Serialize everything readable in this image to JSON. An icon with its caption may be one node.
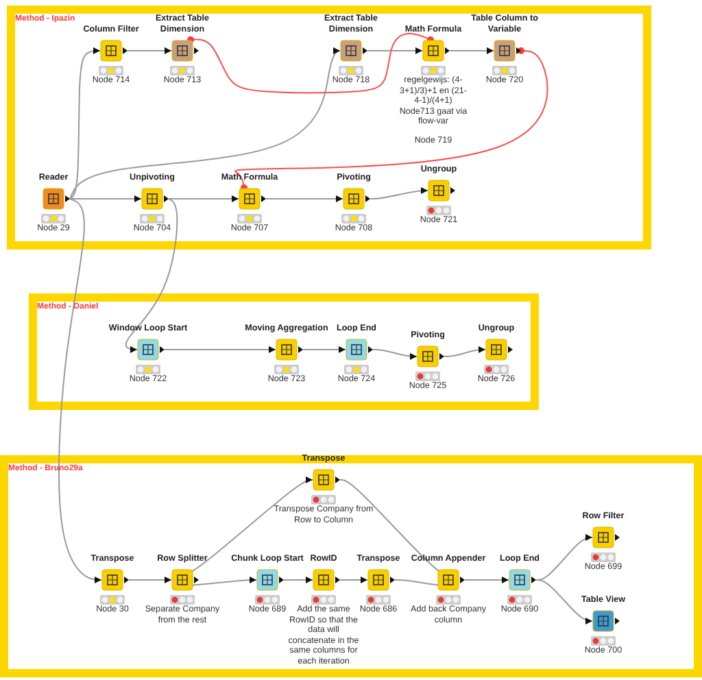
{
  "diagram": {
    "nodes": [
      {
        "text": [
          "Method - Ipazin"
        ]
      },
      {
        "text": [
          "Column Filter"
        ],
        "beside": [
          "Node 714"
        ],
        "in": 0
      },
      {
        "text": [
          "Extract Table Dimension"
        ],
        "beside": [
          "Node 713"
        ],
        "in": 0
      },
      {
        "text": [
          "Extract Table Dimension"
        ],
        "beside": [
          "Node 718"
        ],
        "in": 0
      },
      {
        "text": [
          "Math Formula"
        ],
        "beside": [
          "regelgewijs: (4-3+1)/3)+1 en (21-4-1)/(4+1) Node713 gaat via flow-var",
          "Node 719"
        ],
        "in": 0
      },
      {
        "text": [
          "Table Column to Variable"
        ],
        "beside": [
          "Node 720"
        ],
        "in": 0
      },
      {
        "text": [
          "Reader"
        ],
        "beside": [
          "Node 29"
        ],
        "in": 0
      },
      {
        "text": [
          "Unpivoting"
        ],
        "beside": [
          "Node 704"
        ],
        "in": 0
      },
      {
        "text": [
          "Math Formula"
        ],
        "beside": [
          "Node 707"
        ],
        "in": 0
      },
      {
        "text": [
          "Pivoting"
        ],
        "beside": [
          "Node 708"
        ],
        "in": 0
      },
      {
        "text": [
          "Ungroup"
        ],
        "beside": [
          "Node 721"
        ],
        "in": 0
      },
      {
        "text": [
          "Method - Daniel"
        ]
      },
      {
        "text": [
          "Window Loop Start"
        ],
        "beside": [
          "Node 722"
        ],
        "in": 11
      },
      {
        "text": [
          "Moving Aggregation"
        ],
        "beside": [
          "Node 723"
        ],
        "in": 11
      },
      {
        "text": [
          "Loop End"
        ],
        "beside": [
          "Node 724"
        ],
        "in": 11
      },
      {
        "text": [
          "Pivoting"
        ],
        "beside": [
          "Node 725"
        ],
        "in": 11
      },
      {
        "text": [
          "Ungroup"
        ],
        "beside": [
          "Node 726"
        ],
        "in": 11
      },
      {
        "text": [
          "Method - Bruno29a"
        ]
      },
      {
        "text": [
          "Transpose"
        ],
        "beside": [
          "Transpose Company from Row to Column"
        ],
        "in": 17
      },
      {
        "text": [
          "Transpose"
        ],
        "beside": [
          "Node 30"
        ],
        "in": 17
      },
      {
        "text": [
          "Row Splitter"
        ],
        "beside": [
          "Separate Company from the rest"
        ],
        "in": 17
      },
      {
        "text": [
          "Chunk Loop Start"
        ],
        "beside": [
          "Node 689"
        ],
        "in": 17
      },
      {
        "text": [
          "RowID"
        ],
        "beside": [
          "Add the same RowID so that the data will concatenate in the same columns for each iteration"
        ],
        "in": 17
      },
      {
        "text": [
          "Transpose"
        ],
        "beside": [
          "Node 686"
        ],
        "in": 17
      },
      {
        "text": [
          "Column Appender"
        ],
        "beside": [
          "Add back Company column"
        ],
        "in": 17
      },
      {
        "text": [
          "Loop End"
        ],
        "beside": [
          "Node 690"
        ],
        "in": 17
      },
      {
        "text": [
          "Row Filter"
        ],
        "beside": [
          "Node 699"
        ],
        "in": 17
      },
      {
        "text": [
          "Table View"
        ],
        "beside": [
          "Node 700"
        ],
        "in": 17
      }
    ],
    "edges": [
      {
        "from": 6,
        "to": 1,
        "arrow": "to"
      },
      {
        "from": 1,
        "to": 2,
        "arrow": "to"
      },
      {
        "from": 6,
        "to": 3,
        "arrow": "to"
      },
      {
        "from": 3,
        "to": 4,
        "arrow": "to"
      },
      {
        "from": 4,
        "to": 5,
        "arrow": "to"
      },
      {
        "from": 6,
        "to": 7,
        "arrow": "to"
      },
      {
        "from": 7,
        "to": 8,
        "arrow": "to"
      },
      {
        "from": 8,
        "to": 9,
        "arrow": "to"
      },
      {
        "from": 9,
        "to": 10,
        "arrow": "to"
      },
      {
        "from": 6,
        "to": 19,
        "arrow": "to"
      },
      {
        "from": 7,
        "to": 12,
        "arrow": "to"
      },
      {
        "from": 12,
        "to": 13,
        "arrow": "to"
      },
      {
        "from": 13,
        "to": 14,
        "arrow": "to"
      },
      {
        "from": 14,
        "to": 15,
        "arrow": "to"
      },
      {
        "from": 15,
        "to": 16,
        "arrow": "to"
      },
      {
        "from": 19,
        "to": 20,
        "arrow": "to"
      },
      {
        "from": 20,
        "to": 18,
        "arrow": "to"
      },
      {
        "from": 20,
        "to": 21,
        "arrow": "to"
      },
      {
        "from": 21,
        "to": 22,
        "arrow": "to"
      },
      {
        "from": 22,
        "to": 23,
        "arrow": "to"
      },
      {
        "from": 23,
        "to": 24,
        "arrow": "to"
      },
      {
        "from": 18,
        "to": 24,
        "arrow": "to"
      },
      {
        "from": 24,
        "to": 25,
        "arrow": "to"
      },
      {
        "from": 25,
        "to": 26,
        "arrow": "to"
      },
      {
        "from": 25,
        "to": 27,
        "arrow": "to"
      },
      {
        "from": 2,
        "to": 4,
        "arrow": "other",
        "color": "#ff4b4b"
      },
      {
        "from": 5,
        "to": 8,
        "arrow": "other",
        "color": "#ff4b4b"
      }
    ]
  }
}
